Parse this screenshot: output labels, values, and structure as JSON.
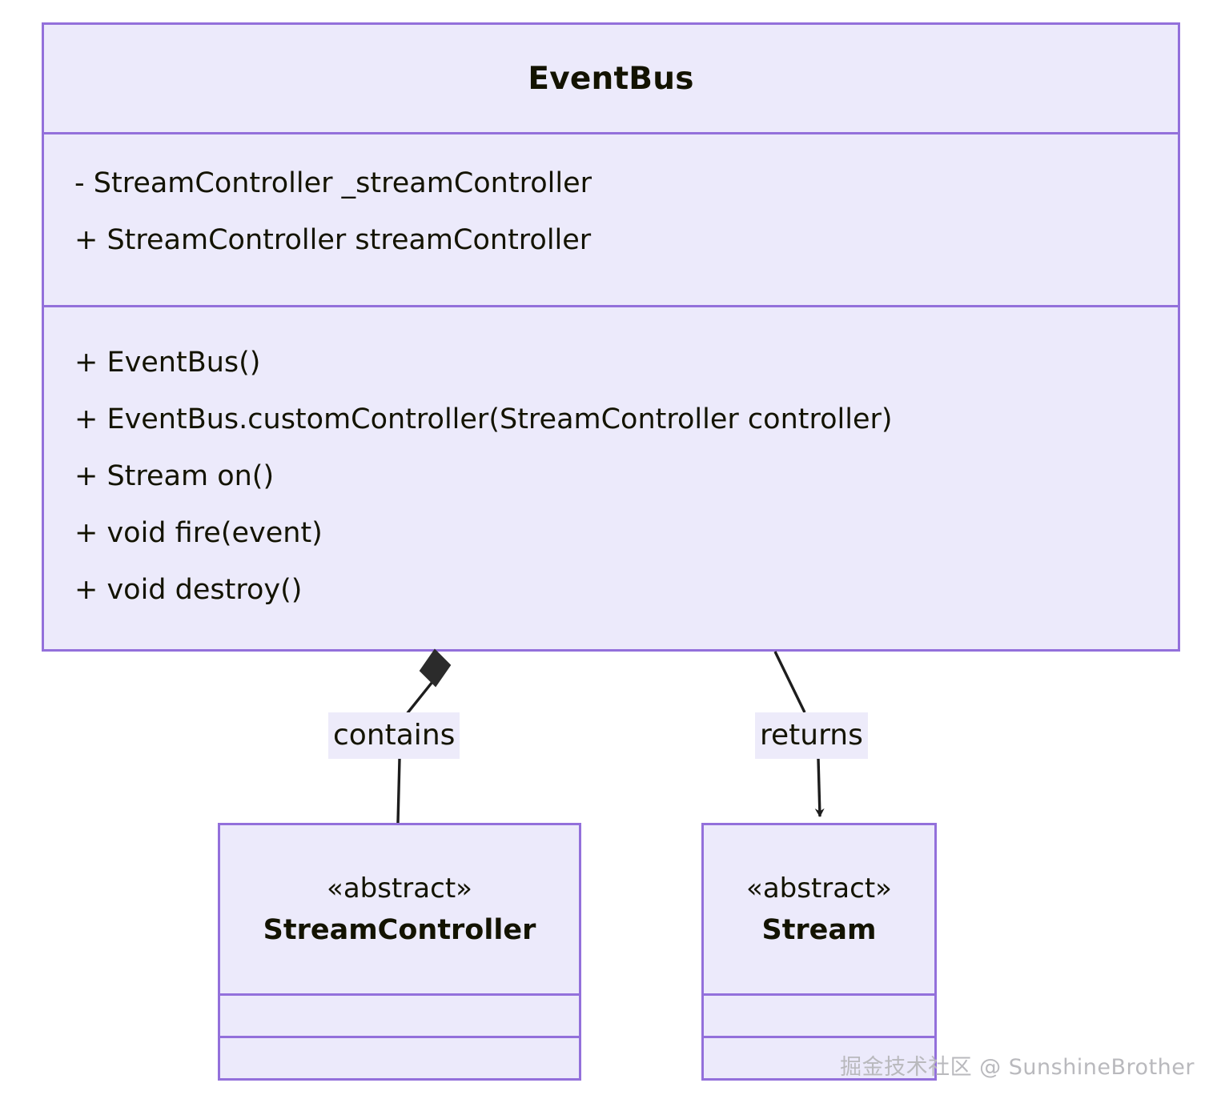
{
  "diagram": {
    "kind": "uml-class-diagram",
    "colors": {
      "box_fill": "#ECEAFB",
      "box_border": "#9370DB",
      "text": "#131300",
      "edge": "#1d1d1d",
      "label_background": "#EDEBFA",
      "watermark": "#b9b9bd",
      "canvas": "#ffffff"
    }
  },
  "eventbus": {
    "title": "EventBus",
    "attributes": [
      "- StreamController _streamController",
      "+ StreamController streamController"
    ],
    "methods": [
      "+ EventBus()",
      "+ EventBus.customController(StreamController controller)",
      "+ Stream on()",
      "+ void fire(event)",
      "+ void destroy()"
    ]
  },
  "stream_controller": {
    "stereotype": "«abstract»",
    "name": "StreamController",
    "attributes": [],
    "methods": []
  },
  "stream": {
    "stereotype": "«abstract»",
    "name": "Stream",
    "attributes": [],
    "methods": []
  },
  "relations": [
    {
      "label": "contains",
      "from": "EventBus",
      "to": "StreamController",
      "type": "composition",
      "source_marker": "filled-diamond",
      "target_marker": "none"
    },
    {
      "label": "returns",
      "from": "EventBus",
      "to": "Stream",
      "type": "dependency",
      "source_marker": "none",
      "target_marker": "open-arrow"
    }
  ],
  "relation_labels": {
    "contains": "contains",
    "returns": "returns"
  },
  "watermark": {
    "text": "掘金技术社区 @ SunshineBrother"
  }
}
